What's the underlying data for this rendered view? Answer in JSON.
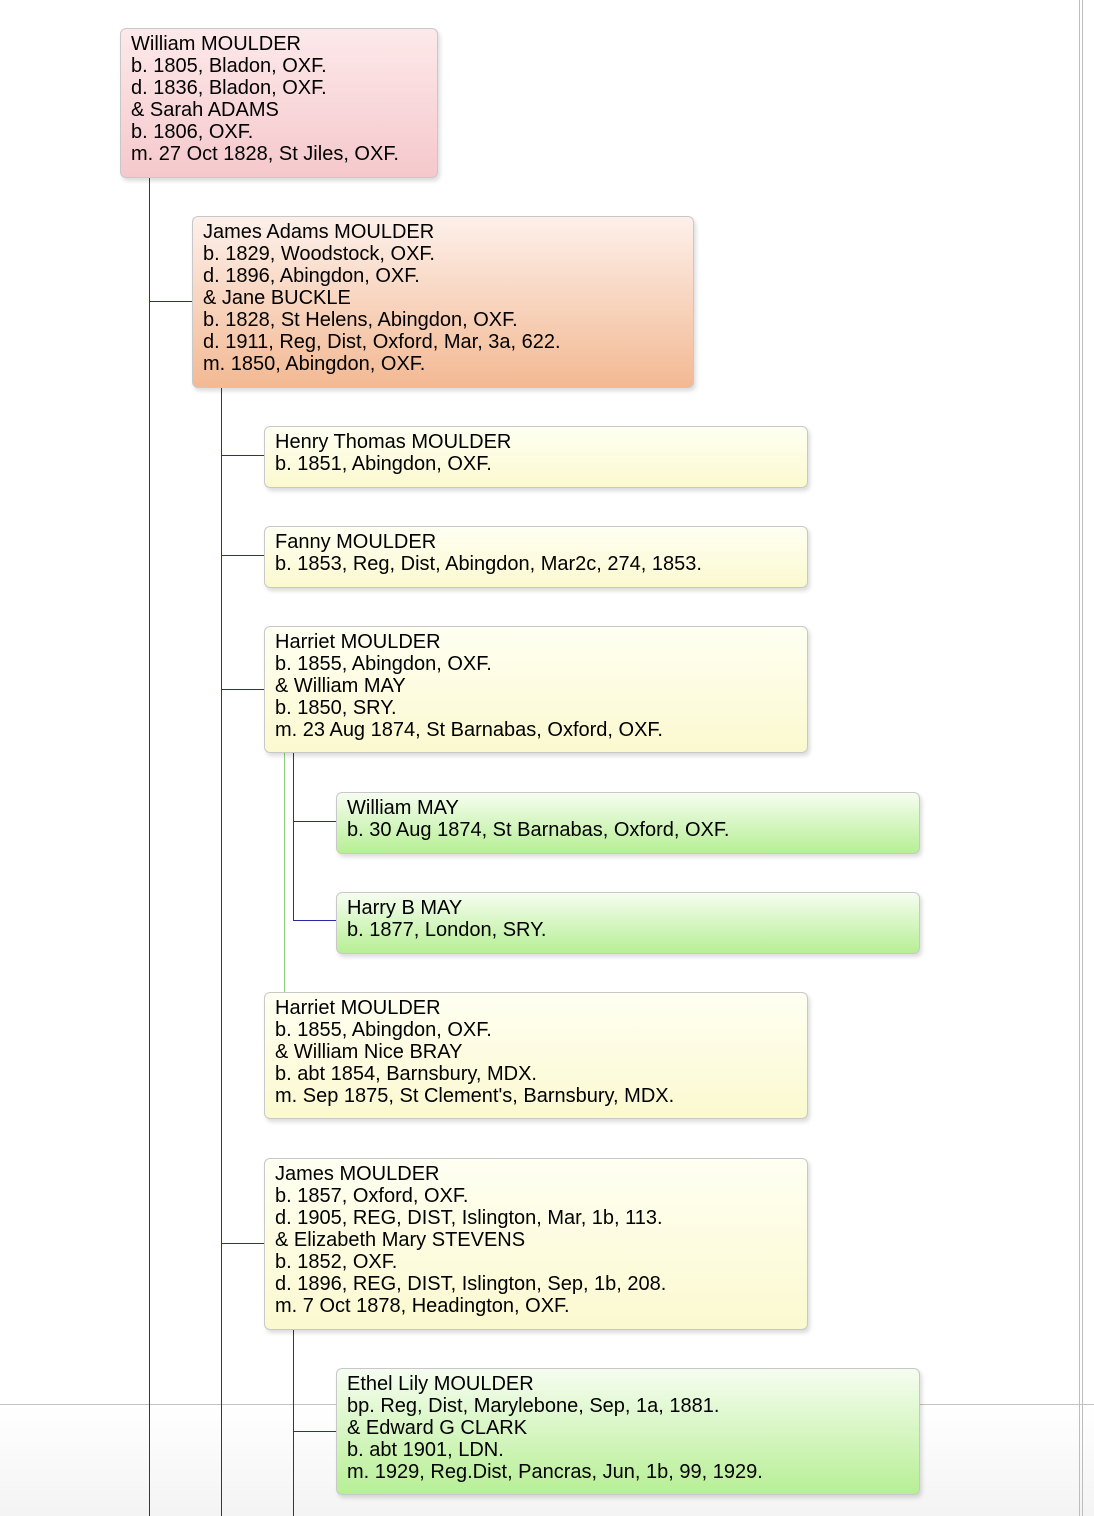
{
  "tree": {
    "william_moulder": {
      "lines": [
        "William MOULDER",
        "b. 1805, Bladon, OXF.",
        "d. 1836, Bladon, OXF.",
        "& Sarah ADAMS",
        "b. 1806, OXF.",
        "m. 27 Oct 1828, St Jiles, OXF."
      ]
    },
    "james_adams_moulder": {
      "lines": [
        "James Adams MOULDER",
        "b. 1829, Woodstock, OXF.",
        "d. 1896, Abingdon, OXF.",
        "& Jane BUCKLE",
        "b. 1828, St Helens, Abingdon, OXF.",
        "d. 1911, Reg, Dist, Oxford, Mar, 3a, 622.",
        "m. 1850, Abingdon, OXF."
      ]
    },
    "henry_thomas_moulder": {
      "lines": [
        "Henry Thomas MOULDER",
        "b. 1851, Abingdon, OXF."
      ]
    },
    "fanny_moulder": {
      "lines": [
        "Fanny MOULDER",
        "b. 1853, Reg, Dist, Abingdon, Mar2c, 274, 1853."
      ]
    },
    "harriet_moulder_may": {
      "lines": [
        "Harriet MOULDER",
        "b. 1855, Abingdon, OXF.",
        "& William MAY",
        "b. 1850, SRY.",
        "m. 23 Aug 1874, St Barnabas, Oxford, OXF."
      ]
    },
    "william_may": {
      "lines": [
        "William MAY",
        "b. 30 Aug 1874, St Barnabas, Oxford, OXF."
      ]
    },
    "harry_b_may": {
      "lines": [
        "Harry B MAY",
        "b. 1877, London, SRY."
      ]
    },
    "harriet_moulder_bray": {
      "lines": [
        "Harriet MOULDER",
        "b. 1855, Abingdon, OXF.",
        "& William Nice BRAY",
        "b. abt 1854, Barnsbury, MDX.",
        "m. Sep 1875, St Clement's, Barnsbury, MDX."
      ]
    },
    "james_moulder": {
      "lines": [
        "James MOULDER",
        "b. 1857, Oxford, OXF.",
        "d. 1905, REG, DIST, Islington, Mar, 1b, 113.",
        "& Elizabeth Mary STEVENS",
        "b. 1852, OXF.",
        "d. 1896, REG, DIST, Islington, Sep, 1b, 208.",
        "m. 7 Oct 1878, Headington, OXF."
      ]
    },
    "ethel_lily_moulder": {
      "lines": [
        "Ethel Lily MOULDER",
        "bp. Reg, Dist, Marylebone, Sep, 1a, 1881.",
        "& Edward G CLARK",
        "b. abt 1901, LDN.",
        "m. 1929, Reg.Dist, Pancras, Jun, 1b, 99, 1929."
      ]
    }
  },
  "colors": {
    "connector": "#2a2aa8",
    "connector_alt": "#8ccf7a",
    "generation_0": "#f5c8cc",
    "generation_1": "#f3b993",
    "generation_2": "#fbf9cf",
    "generation_3": "#b7ef95"
  }
}
